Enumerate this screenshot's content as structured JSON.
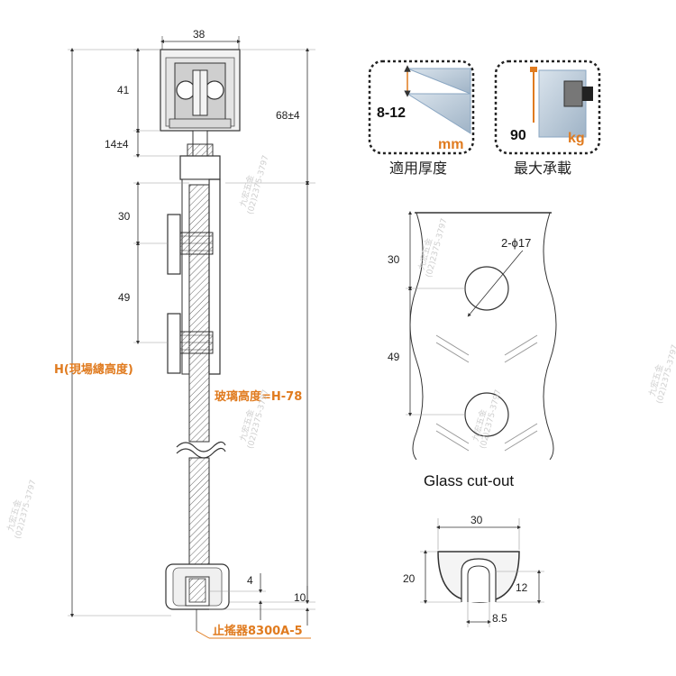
{
  "colors": {
    "accent": "#e07b1f",
    "line": "#333333",
    "glass": "#a9b9c8",
    "glass_stroke": "#8aa6c2",
    "hatch": "#555555"
  },
  "side_view": {
    "dim_top_width": "38",
    "dim_track": "41",
    "dim_gap": "14±4",
    "dim_hanger": "68±4",
    "dim_hole1": "30",
    "dim_hole2": "49",
    "dim_bottom_4": "4",
    "dim_bottom_10": "10",
    "total_height": "H(現場總高度)",
    "glass_height": "玻璃高度=H-78",
    "guide_label": "止搖器8300A-5"
  },
  "badges": {
    "thickness_value": "8-12",
    "thickness_unit": "mm",
    "thickness_caption": "適用厚度",
    "load_value": "90",
    "load_unit": "kg",
    "load_caption": "最大承載"
  },
  "glass_cutout": {
    "dim_top": "30",
    "dim_spacing": "49",
    "hole_label": "2-ϕ17",
    "title": "Glass cut-out"
  },
  "guide_section": {
    "dim_width": "30",
    "dim_height": "20",
    "dim_slot_height": "12",
    "dim_slot_width": "8.5"
  },
  "watermark": {
    "name": "九宏五金",
    "phone": "(02)2375-3797"
  }
}
